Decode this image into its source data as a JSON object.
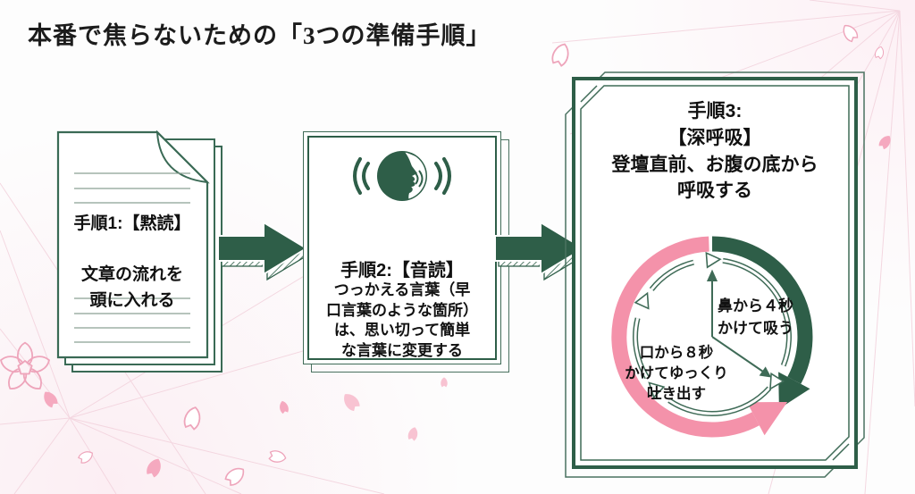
{
  "title": "本番で焦らないための「3つの準備手順」",
  "steps": [
    {
      "heading": "手順1:【黙読】",
      "body": "文章の流れを\n頭に入れる",
      "icon": "document-with-folded-corner"
    },
    {
      "heading": "手順2:【音読】",
      "body": "つっかえる言葉（早\n口言葉のような箇所）\nは、思い切って簡単\nな言葉に変更する",
      "icon": "speaking-head-with-sound-waves"
    },
    {
      "heading": "手順3:\n【深呼吸】\n登壇直前、お腹の底から\n呼吸する",
      "icon": "breathing-cycle-circle"
    }
  ],
  "breathing_cycle": {
    "inhale_label": "鼻から４秒\nかけて吸う",
    "exhale_label": "口から８秒\nかけてゆっくり\n吐き出す",
    "inhale_color": "#2e5e48",
    "exhale_color": "#f492aa"
  },
  "icons": {
    "arrow_between_steps": "block-arrow-right",
    "background": "sakura-petals-and-radial-lines"
  },
  "colors": {
    "primary_green": "#2e5e48",
    "frame_green": "#3f6b57",
    "accent_pink": "#f492aa",
    "petal_pink": "#f5b8ca",
    "line_pink": "#f3d4de",
    "text": "#111111",
    "background": "#fdfdfd"
  }
}
